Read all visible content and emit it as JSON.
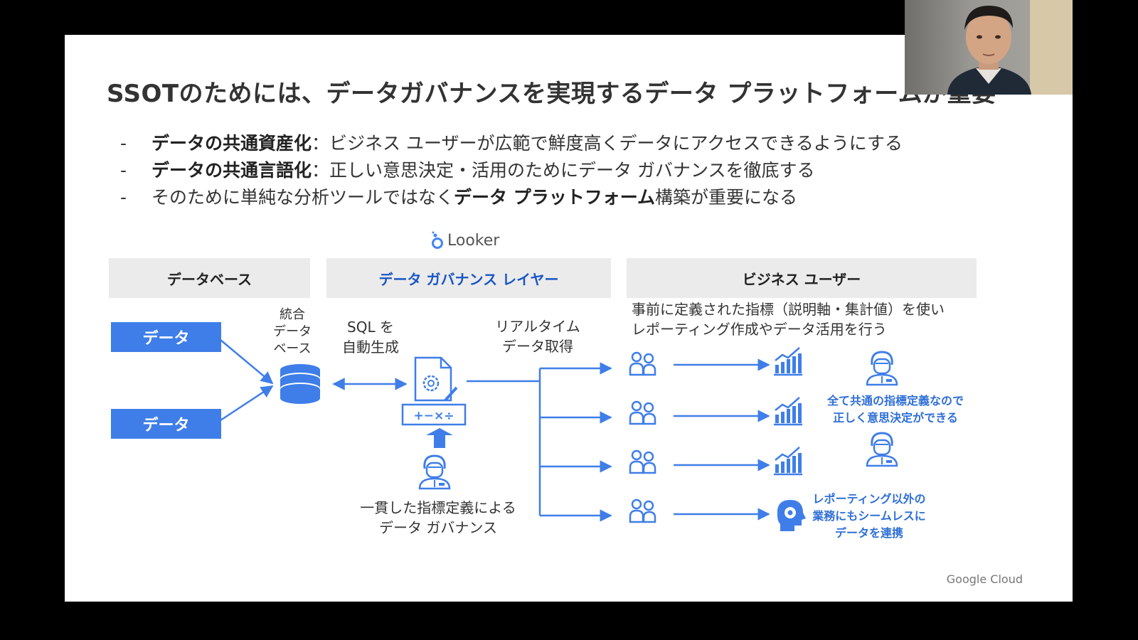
{
  "slide": {
    "title": "SSOTのためには、データガバナンスを実現するデータ プラットフォームが重要",
    "bullets": [
      {
        "dash": "-",
        "bold": "データの共通資産化",
        "rest": "：ビジネス ユーザーが広範で鮮度高くデータにアクセスできるようにする"
      },
      {
        "dash": "-",
        "bold": "データの共通言語化",
        "rest": "：正しい意思決定・活用のためにデータ ガバナンスを徹底する"
      },
      {
        "dash": "-",
        "pre": "そのために単純な分析ツールではなく",
        "bold": "データ プラットフォーム",
        "rest": "構築が重要になる"
      }
    ],
    "logo": "Looker",
    "headers": {
      "database": "データベース",
      "governance": "データ ガバナンス レイヤー",
      "business": "ビジネス ユーザー"
    },
    "data_boxes": [
      "データ",
      "データ"
    ],
    "integrated_db_label": [
      "統合",
      "データ",
      "ベース"
    ],
    "sql_label": [
      "SQL を",
      "自動生成"
    ],
    "realtime_label": [
      "リアルタイム",
      "データ取得"
    ],
    "governance_caption": [
      "一貫した指標定義による",
      "データ ガバナンス"
    ],
    "business_caption": [
      "事前に定義された指標（説明軸・集計値）を使い",
      "レポーティング作成やデータ活用を行う"
    ],
    "metric_caption": [
      "全て共通の指標定義なので",
      "正しく意思決定ができる"
    ],
    "integration_caption": [
      "レポーティング以外の",
      "業務にもシームレスに",
      "データを連携"
    ],
    "footer": "Google Cloud",
    "accent_color": "#3f7ee8",
    "icons": [
      "database-icon",
      "document-gear-icon",
      "calculator-icon",
      "person-icon",
      "users-icon",
      "chart-icon",
      "gear-head-icon"
    ]
  }
}
